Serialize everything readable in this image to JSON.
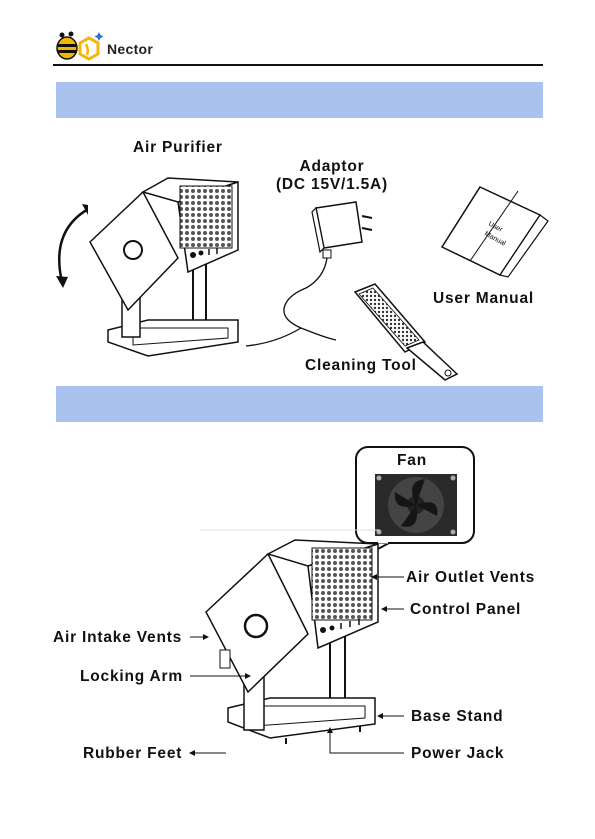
{
  "header": {
    "brand": "Nector"
  },
  "section1": {
    "band_title": "",
    "labels": {
      "air_purifier": "Air Purifier",
      "adaptor_line1": "Adaptor",
      "adaptor_line2": "(DC 15V/1.5A)",
      "user_manual": "User Manual",
      "cleaning_tool": "Cleaning Tool",
      "manual_cover_line1": "User",
      "manual_cover_line2": "Manual"
    }
  },
  "section2": {
    "band_title": "",
    "labels": {
      "fan": "Fan",
      "air_outlet_vents": "Air Outlet Vents",
      "control_panel": "Control Panel",
      "air_intake_vents": "Air Intake Vents",
      "locking_arm": "Locking Arm",
      "base_stand": "Base Stand",
      "rubber_feet": "Rubber Feet",
      "power_jack": "Power Jack"
    }
  },
  "colors": {
    "band": "#a9c3ee",
    "logo_yellow": "#f2b705",
    "ink": "#111111"
  }
}
